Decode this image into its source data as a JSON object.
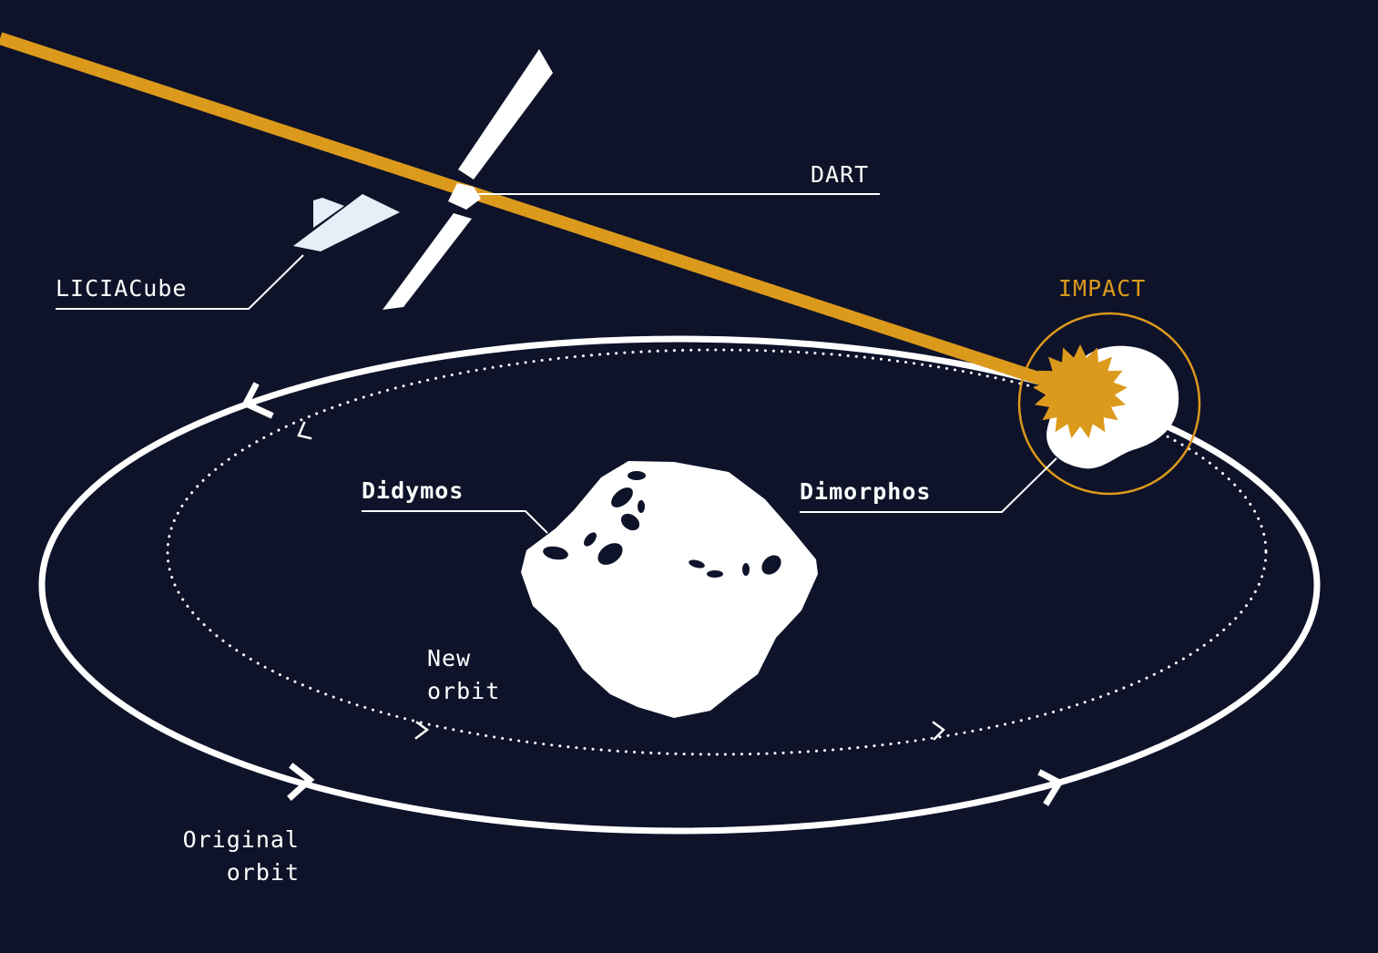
{
  "labels": {
    "dart": "DART",
    "liciacube": "LICIACube",
    "impact": "IMPACT",
    "didymos": "Didymos",
    "dimorphos": "Dimorphos",
    "new_orbit_1": "New",
    "new_orbit_2": "orbit",
    "original_orbit_1": "Original",
    "original_orbit_2": "orbit"
  },
  "colors": {
    "background": "#0e1329",
    "accent": "#dc9a1c",
    "foreground": "#ffffff"
  }
}
